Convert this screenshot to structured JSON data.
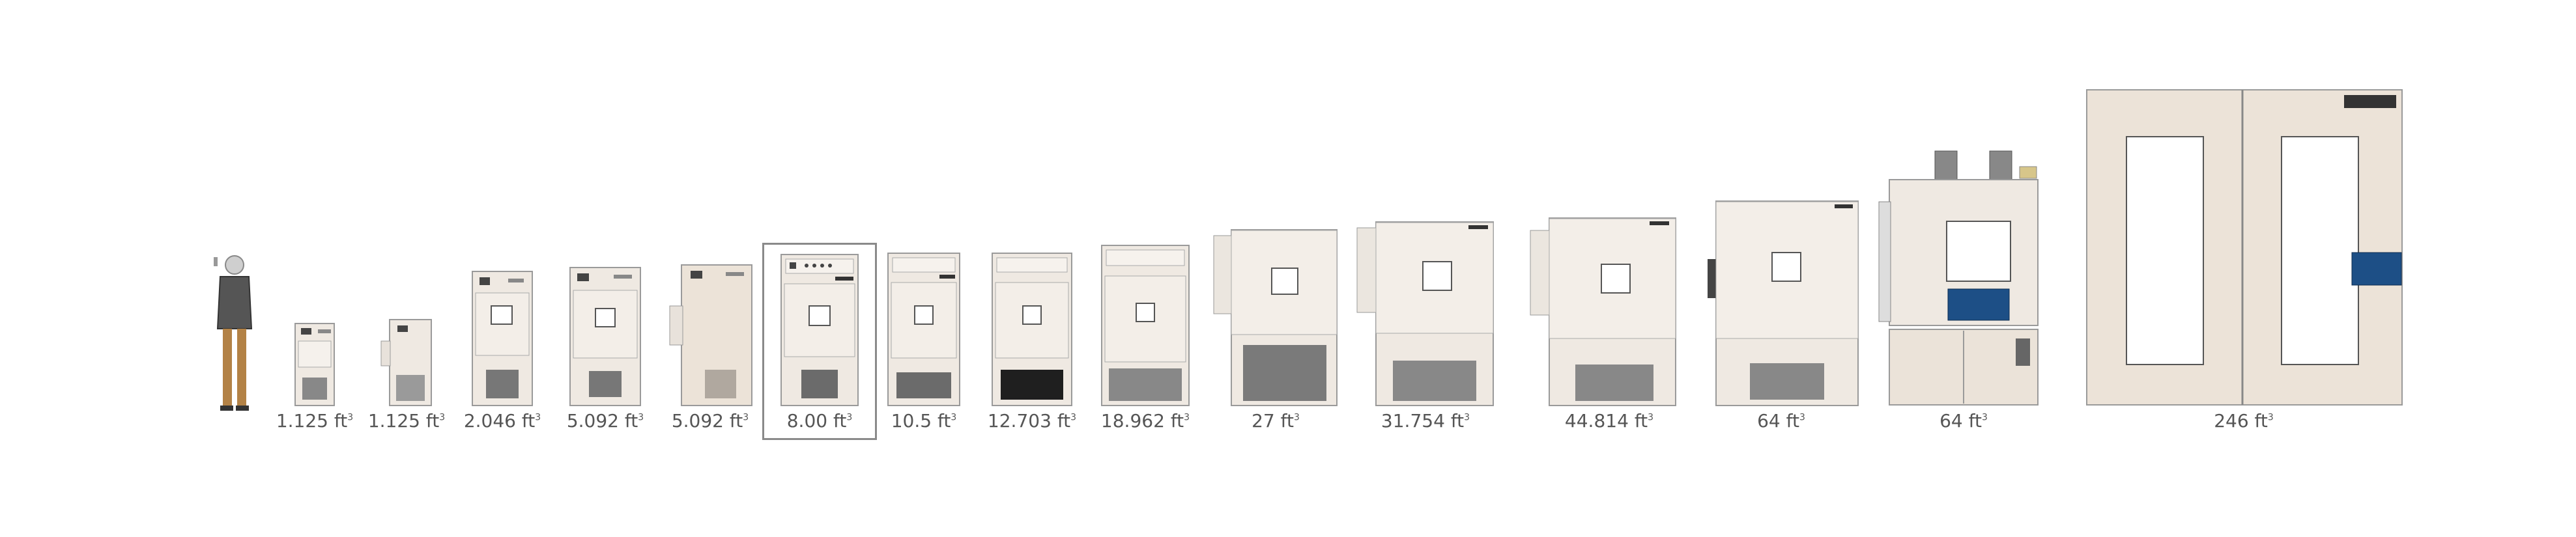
{
  "items": [
    {
      "volume": "1.125",
      "unit": "ft",
      "exp": "3"
    },
    {
      "volume": "1.125",
      "unit": "ft",
      "exp": "3"
    },
    {
      "volume": "2.046",
      "unit": "ft",
      "exp": "3"
    },
    {
      "volume": "5.092",
      "unit": "ft",
      "exp": "3"
    },
    {
      "volume": "5.092",
      "unit": "ft",
      "exp": "3"
    },
    {
      "volume": "8.00",
      "unit": "ft",
      "exp": "3",
      "selected": true
    },
    {
      "volume": "10.5",
      "unit": "ft",
      "exp": "3"
    },
    {
      "volume": "12.703",
      "unit": "ft",
      "exp": "3"
    },
    {
      "volume": "18.962",
      "unit": "ft",
      "exp": "3"
    },
    {
      "volume": "27",
      "unit": "ft",
      "exp": "3"
    },
    {
      "volume": "31.754",
      "unit": "ft",
      "exp": "3"
    },
    {
      "volume": "44.814",
      "unit": "ft",
      "exp": "3"
    },
    {
      "volume": "64",
      "unit": "ft",
      "exp": "3"
    },
    {
      "volume": "64",
      "unit": "ft",
      "exp": "3"
    },
    {
      "volume": "246",
      "unit": "ft",
      "exp": "3"
    }
  ],
  "colors": {
    "cabinet": "#efe9e2",
    "cabinet_dark": "#e2d9cf",
    "outline": "#9a9a9a",
    "vent": "#6b6b6b",
    "label": "#555555",
    "selection": "#8a8a8a",
    "brand_panel": "#1d4f86"
  }
}
